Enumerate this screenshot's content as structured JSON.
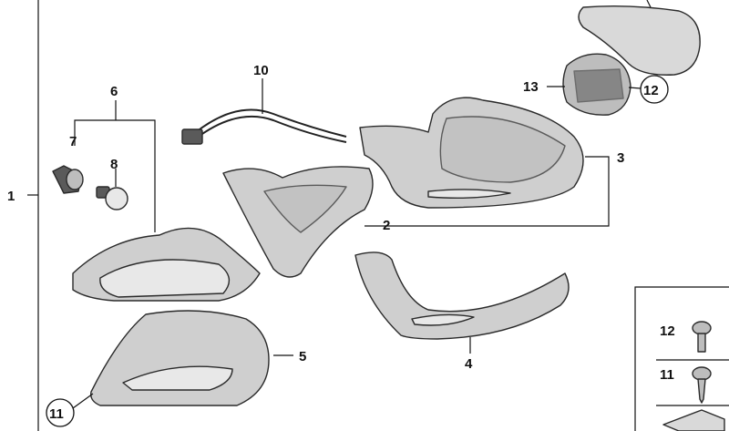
{
  "callouts": {
    "c1": "1",
    "c2": "2",
    "c3": "3",
    "c4": "4",
    "c5": "5",
    "c6": "6",
    "c7": "7",
    "c8": "8",
    "c10": "10",
    "c11": "11",
    "c12": "12",
    "c13": "13"
  },
  "legend": [
    {
      "number": "12",
      "icon": "pan-head-screw-icon"
    },
    {
      "number": "11",
      "icon": "self-tapping-screw-icon"
    }
  ],
  "colors": {
    "part_fill": "#d9d9d9",
    "outline": "#2a2a2a",
    "line": "#111111"
  }
}
